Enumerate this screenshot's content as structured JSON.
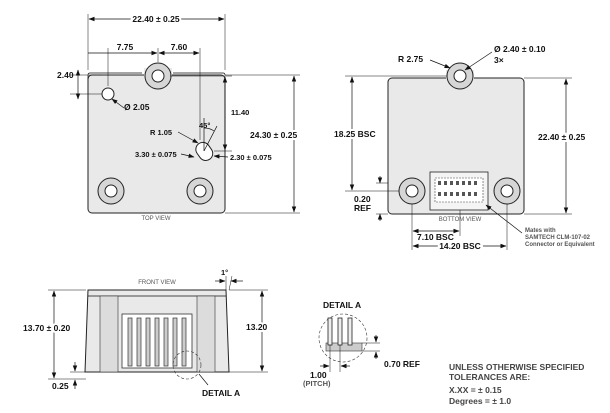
{
  "top_view": {
    "caption": "TOP VIEW",
    "width": "22.40 ± 0.25",
    "left_offset": "7.75",
    "mid_offset": "7.60",
    "hole_edge": "2.40",
    "hole_dia": "Ø 2.05",
    "angle": "45°",
    "radius": "R 1.05",
    "height_11": "11.40",
    "slot_len": "3.30 ± 0.075",
    "slot_wid": "2.30 ± 0.075",
    "height": "24.30 ± 0.25"
  },
  "bottom_view": {
    "caption": "BOTTOM VIEW",
    "radius": "R 2.75",
    "hole_dia": "Ø 2.40 ± 0.10",
    "hole_count": "3×",
    "bsc_height": "18.25 BSC",
    "height": "22.40 ± 0.25",
    "ref_020": "0.20",
    "ref_label": "REF",
    "bsc_710": "7.10 BSC",
    "bsc_1420": "14.20 BSC",
    "mates_note": [
      "Mates with",
      "SAMTECH CLM-107-02",
      "Connector or Equivalent"
    ]
  },
  "front_view": {
    "caption": "FRONT VIEW",
    "angle": "1°",
    "height_left": "13.70 ± 0.20",
    "height_right": "13.20",
    "bottom": "0.25",
    "detail_callout": "DETAIL A"
  },
  "detail_a": {
    "title": "DETAIL A",
    "pitch_value": "1.00",
    "pitch_label": "(PITCH)",
    "ref": "0.70 REF"
  },
  "tolerances": {
    "line1": "UNLESS OTHERWISE SPECIFIED",
    "line2": "TOLERANCES ARE:",
    "line3": "X.XX  =  ± 0.15",
    "line4": "Degrees = ± 1.0"
  }
}
